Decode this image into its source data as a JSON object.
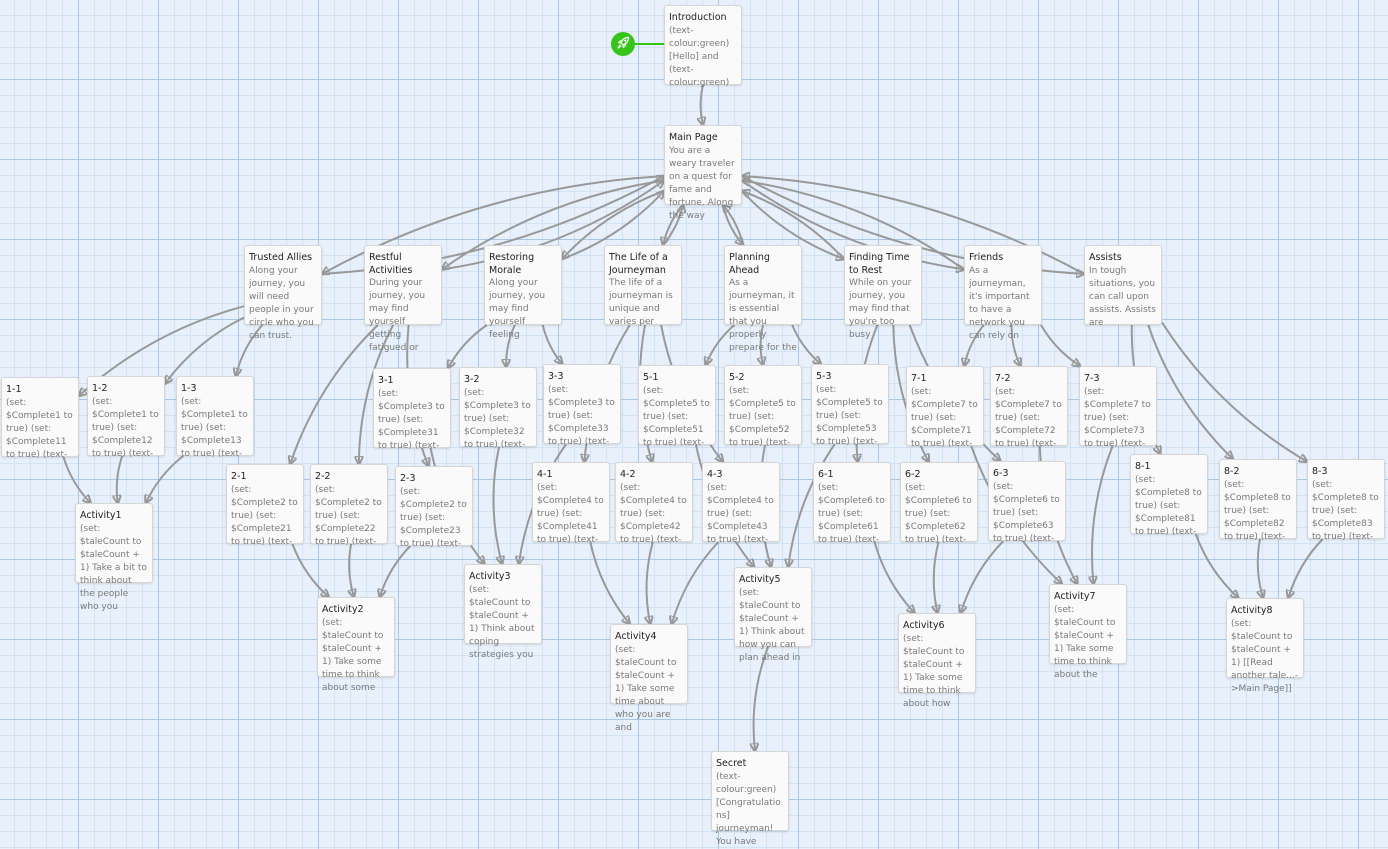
{
  "colors": {
    "start_badge": "#34c41a",
    "arrow": "#999999"
  },
  "start_badge": {
    "icon": "rocket-icon"
  },
  "passages": [
    {
      "id": "intro",
      "name": "Introduction",
      "excerpt": "(text-colour:green)[Hello] and (text-colour:green)"
    },
    {
      "id": "main",
      "name": "Main Page",
      "excerpt": "You are a weary traveler on a quest for fame and fortune. Along the way"
    },
    {
      "id": "trusted",
      "name": "Trusted Allies",
      "excerpt": "Along your journey, you will need people in your circle who you can trust."
    },
    {
      "id": "restful",
      "name": "Restful Activities",
      "excerpt": "During your journey, you may find yourself getting fatigued or"
    },
    {
      "id": "morale",
      "name": "Restoring Morale",
      "excerpt": "Along your journey, you may find yourself feeling"
    },
    {
      "id": "life",
      "name": "The Life of a Journeyman",
      "excerpt": "The life of a journeyman is unique and varies per"
    },
    {
      "id": "planning",
      "name": "Planning Ahead",
      "excerpt": "As a journeyman, it is essential that you properly prepare for the"
    },
    {
      "id": "finding",
      "name": "Finding Time to Rest",
      "excerpt": "While on your journey, you may find that you're too busy"
    },
    {
      "id": "friends",
      "name": "Friends",
      "excerpt": "As a journeyman, it's important to have a network you can rely on"
    },
    {
      "id": "assists",
      "name": "Assists",
      "excerpt": "In tough situations, you can call upon assists. Assists are"
    },
    {
      "id": "p1_1",
      "name": "1-1",
      "excerpt": "(set: $Complete1 to true) (set: $Complete11 to true) (text-"
    },
    {
      "id": "p1_2",
      "name": "1-2",
      "excerpt": "(set: $Complete1 to true) (set: $Complete12 to true) (text-"
    },
    {
      "id": "p1_3",
      "name": "1-3",
      "excerpt": "(set: $Complete1 to true) (set: $Complete13 to true) (text-"
    },
    {
      "id": "p3_1",
      "name": "3-1",
      "excerpt": "(set: $Complete3 to true) (set: $Complete31 to true) (text-"
    },
    {
      "id": "p3_2",
      "name": "3-2",
      "excerpt": "(set: $Complete3 to true) (set: $Complete32 to true) (text-"
    },
    {
      "id": "p3_3",
      "name": "3-3",
      "excerpt": "(set: $Complete3 to true) (set: $Complete33 to true) (text-"
    },
    {
      "id": "p5_1",
      "name": "5-1",
      "excerpt": "(set: $Complete5 to true) (set: $Complete51 to true) (text-"
    },
    {
      "id": "p5_2",
      "name": "5-2",
      "excerpt": "(set: $Complete5 to true) (set: $Complete52 to true) (text-"
    },
    {
      "id": "p5_3",
      "name": "5-3",
      "excerpt": "(set: $Complete5 to true) (set: $Complete53 to true) (text-"
    },
    {
      "id": "p7_1",
      "name": "7-1",
      "excerpt": "(set: $Complete7 to true) (set: $Complete71 to true) (text-"
    },
    {
      "id": "p7_2",
      "name": "7-2",
      "excerpt": "(set: $Complete7 to true) (set: $Complete72 to true) (text-"
    },
    {
      "id": "p7_3",
      "name": "7-3",
      "excerpt": "(set: $Complete7 to true) (set: $Complete73 to true) (text-"
    },
    {
      "id": "p2_1",
      "name": "2-1",
      "excerpt": "(set: $Complete2 to true) (set: $Complete21 to true) (text-"
    },
    {
      "id": "p2_2",
      "name": "2-2",
      "excerpt": "(set: $Complete2 to true) (set: $Complete22 to true) (text-"
    },
    {
      "id": "p2_3",
      "name": "2-3",
      "excerpt": "(set: $Complete2 to true) (set: $Complete23 to true) (text-"
    },
    {
      "id": "p4_1",
      "name": "4-1",
      "excerpt": "(set: $Complete4 to true) (set: $Complete41 to true) (text-"
    },
    {
      "id": "p4_2",
      "name": "4-2",
      "excerpt": "(set: $Complete4 to true) (set: $Complete42 to true) (text-"
    },
    {
      "id": "p4_3",
      "name": "4-3",
      "excerpt": "(set: $Complete4 to true) (set: $Complete43 to true) (text-"
    },
    {
      "id": "p6_1",
      "name": "6-1",
      "excerpt": "(set: $Complete6 to true) (set: $Complete61 to true) (text-"
    },
    {
      "id": "p6_2",
      "name": "6-2",
      "excerpt": "(set: $Complete6 to true) (set: $Complete62 to true) (text-"
    },
    {
      "id": "p6_3",
      "name": "6-3",
      "excerpt": "(set: $Complete6 to true) (set: $Complete63 to true) (text-"
    },
    {
      "id": "p8_1",
      "name": "8-1",
      "excerpt": "(set: $Complete8 to true) (set: $Complete81 to true) (text-"
    },
    {
      "id": "p8_2",
      "name": "8-2",
      "excerpt": "(set: $Complete8 to true) (set: $Complete82 to true) (text-"
    },
    {
      "id": "p8_3",
      "name": "8-3",
      "excerpt": "(set: $Complete8 to true) (set: $Complete83 to true) (text-"
    },
    {
      "id": "act1",
      "name": "Activity1",
      "excerpt": "(set: $taleCount to $taleCount + 1) Take a bit to think about the people who you"
    },
    {
      "id": "act2",
      "name": "Activity2",
      "excerpt": "(set: $taleCount to $taleCount + 1) Take some time to think about some"
    },
    {
      "id": "act3",
      "name": "Activity3",
      "excerpt": "(set: $taleCount to $taleCount + 1) Think about coping strategies you"
    },
    {
      "id": "act4",
      "name": "Activity4",
      "excerpt": "(set: $taleCount to $taleCount + 1) Take some time about who you are and"
    },
    {
      "id": "act5",
      "name": "Activity5",
      "excerpt": "(set: $taleCount to $taleCount + 1) Think about how you can plan ahead in"
    },
    {
      "id": "act6",
      "name": "Activity6",
      "excerpt": "(set: $taleCount to $taleCount + 1) Take some time to think about how"
    },
    {
      "id": "act7",
      "name": "Activity7",
      "excerpt": "(set: $taleCount to $taleCount + 1) Take some time to think about the"
    },
    {
      "id": "act8",
      "name": "Activity8",
      "excerpt": "(set: $taleCount to $taleCount + 1) [[Read another tale...->Main Page]]"
    },
    {
      "id": "secret",
      "name": "Secret",
      "excerpt": "(text-colour:green)[Congratulations] journeyman! You have"
    }
  ],
  "links": [
    [
      "intro",
      "main"
    ],
    [
      "main",
      "trusted"
    ],
    [
      "main",
      "restful"
    ],
    [
      "main",
      "morale"
    ],
    [
      "main",
      "life"
    ],
    [
      "main",
      "planning"
    ],
    [
      "main",
      "finding"
    ],
    [
      "main",
      "friends"
    ],
    [
      "main",
      "assists"
    ],
    [
      "trusted",
      "main"
    ],
    [
      "restful",
      "main"
    ],
    [
      "morale",
      "main"
    ],
    [
      "life",
      "main"
    ],
    [
      "planning",
      "main"
    ],
    [
      "finding",
      "main"
    ],
    [
      "friends",
      "main"
    ],
    [
      "assists",
      "main"
    ],
    [
      "trusted",
      "p1_1"
    ],
    [
      "trusted",
      "p1_2"
    ],
    [
      "trusted",
      "p1_3"
    ],
    [
      "restful",
      "p2_1"
    ],
    [
      "restful",
      "p2_2"
    ],
    [
      "restful",
      "p2_3"
    ],
    [
      "morale",
      "p3_1"
    ],
    [
      "morale",
      "p3_2"
    ],
    [
      "morale",
      "p3_3"
    ],
    [
      "life",
      "p4_1"
    ],
    [
      "life",
      "p4_2"
    ],
    [
      "life",
      "p4_3"
    ],
    [
      "planning",
      "p5_1"
    ],
    [
      "planning",
      "p5_2"
    ],
    [
      "planning",
      "p5_3"
    ],
    [
      "finding",
      "p6_1"
    ],
    [
      "finding",
      "p6_2"
    ],
    [
      "finding",
      "p6_3"
    ],
    [
      "friends",
      "p7_1"
    ],
    [
      "friends",
      "p7_2"
    ],
    [
      "friends",
      "p7_3"
    ],
    [
      "assists",
      "p8_1"
    ],
    [
      "assists",
      "p8_2"
    ],
    [
      "assists",
      "p8_3"
    ],
    [
      "p1_1",
      "act1"
    ],
    [
      "p1_2",
      "act1"
    ],
    [
      "p1_3",
      "act1"
    ],
    [
      "p2_1",
      "act2"
    ],
    [
      "p2_2",
      "act2"
    ],
    [
      "p2_3",
      "act2"
    ],
    [
      "p3_1",
      "act3"
    ],
    [
      "p3_2",
      "act3"
    ],
    [
      "p3_3",
      "act3"
    ],
    [
      "p4_1",
      "act4"
    ],
    [
      "p4_2",
      "act4"
    ],
    [
      "p4_3",
      "act4"
    ],
    [
      "p5_1",
      "act5"
    ],
    [
      "p5_2",
      "act5"
    ],
    [
      "p5_3",
      "act5"
    ],
    [
      "p6_1",
      "act6"
    ],
    [
      "p6_2",
      "act6"
    ],
    [
      "p6_3",
      "act6"
    ],
    [
      "p7_1",
      "act7"
    ],
    [
      "p7_2",
      "act7"
    ],
    [
      "p7_3",
      "act7"
    ],
    [
      "p8_1",
      "act8"
    ],
    [
      "p8_2",
      "act8"
    ],
    [
      "p8_3",
      "act8"
    ],
    [
      "act5",
      "secret"
    ]
  ]
}
